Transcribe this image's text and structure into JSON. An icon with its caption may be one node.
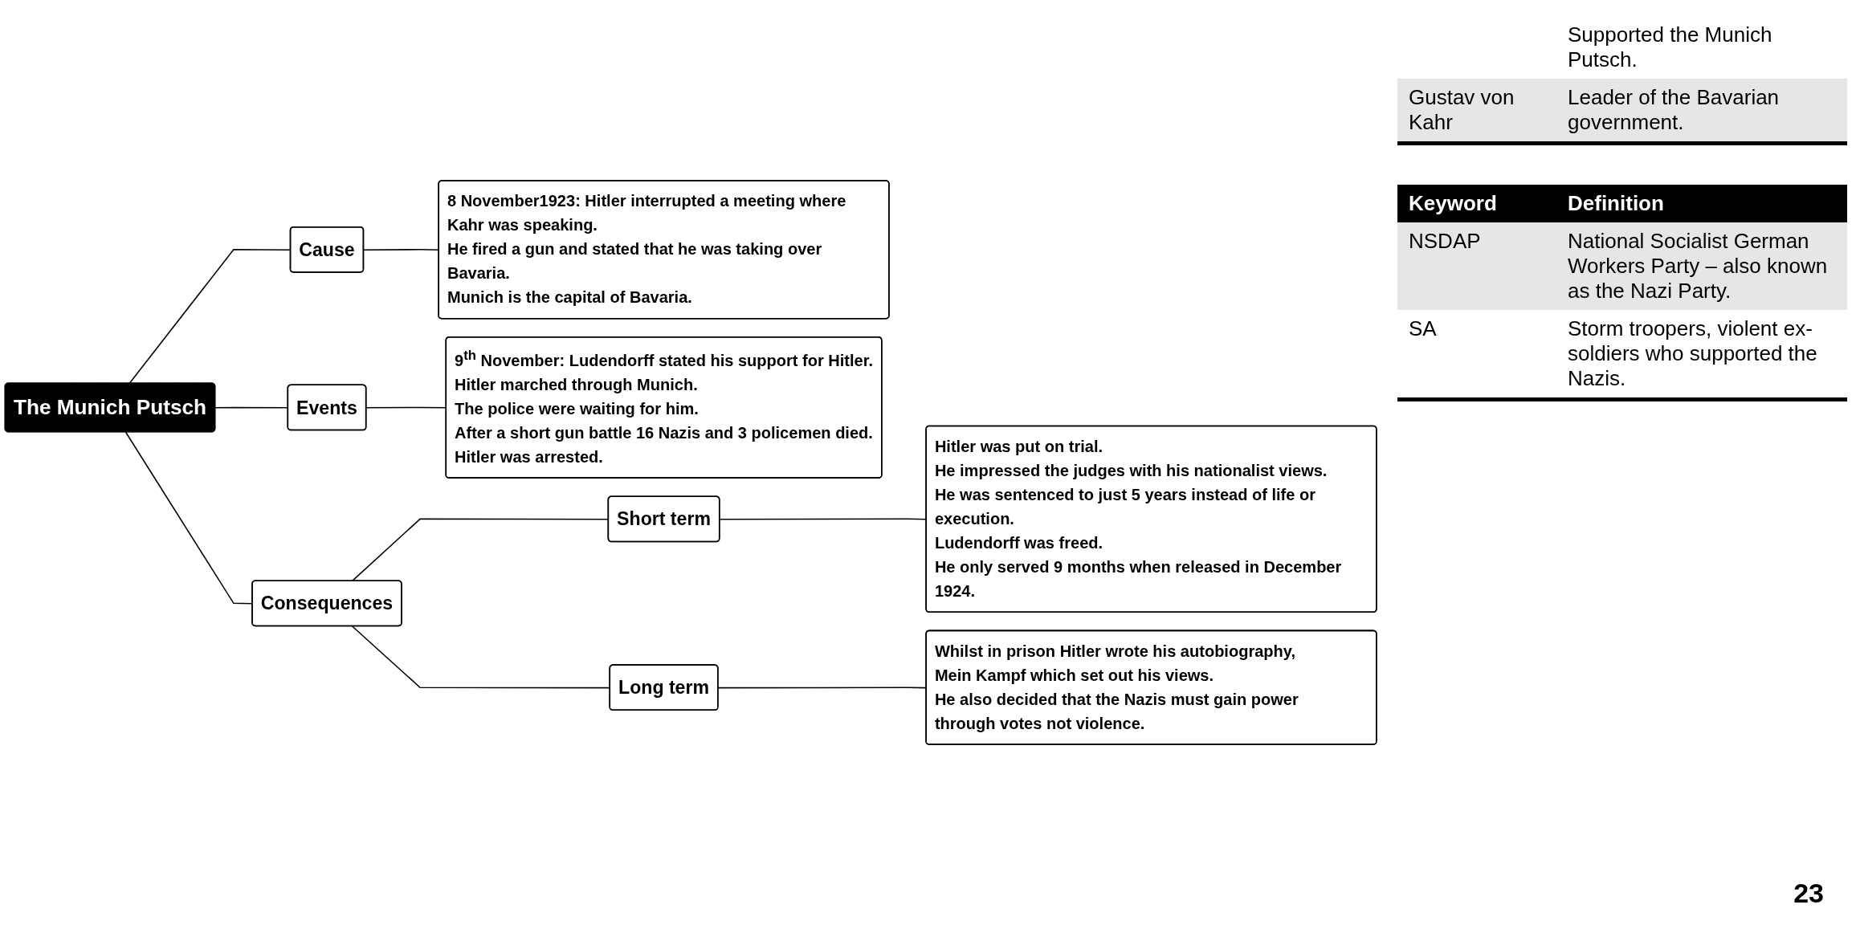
{
  "diagram": {
    "nodes": [
      {
        "text": [
          "The Munich Putsch"
        ]
      },
      {
        "text": [
          "Cause"
        ]
      },
      {
        "text": [
          "8 November1923: Hitler interrupted a meeting where Kahr was speaking.",
          "He fired a gun and stated that he was taking over Bavaria.",
          "Munich is the capital of Bavaria."
        ]
      },
      {
        "text": [
          "Events"
        ]
      },
      {
        "text": [
          "9$^{th}$ November: Ludendorff stated his support for Hitler.",
          "Hitler marched through Munich.",
          "The police were waiting for him.",
          "After a short gun battle 16 Nazis and 3 policemen died.",
          "Hitler was arrested."
        ]
      },
      {
        "text": [
          "Consequences"
        ]
      },
      {
        "text": [
          "Short term"
        ]
      },
      {
        "text": [
          "Hitler was put on trial.",
          "He impressed the judges with his nationalist views.",
          "He was sentenced to just 5 years instead of life or execution.",
          "Ludendorff was freed.",
          "He only served 9 months when released in December 1924."
        ]
      },
      {
        "text": [
          "Long term"
        ]
      },
      {
        "text": [
          "Whilst in prison Hitler wrote his autobiography,",
          "Mein Kampf which set out his views.",
          "He also decided that the Nazis must gain power through votes not violence."
        ]
      }
    ],
    "edges": [
      {
        "from": 0,
        "to": 1,
        "arrow": "none"
      },
      {
        "from": 0,
        "to": 3,
        "arrow": "none"
      },
      {
        "from": 0,
        "to": 5,
        "arrow": "none"
      },
      {
        "from": 1,
        "to": 2,
        "arrow": "none"
      },
      {
        "from": 3,
        "to": 4,
        "arrow": "none"
      },
      {
        "from": 5,
        "to": 6,
        "arrow": "none"
      },
      {
        "from": 5,
        "to": 8,
        "arrow": "none"
      },
      {
        "from": 6,
        "to": 7,
        "arrow": "none"
      },
      {
        "from": 8,
        "to": 9,
        "arrow": "none"
      }
    ],
    "labels": [
      "Supported the Munich Putsch.",
      "Gustav von Kahr",
      "Leader of the Bavarian government.",
      "Keyword",
      "Definition",
      "NSDAP",
      "National Socialist German Workers Party – also known as the Nazi Party.",
      "SA",
      "Storm troopers, violent ex-soldiers who supported the Nazis.",
      "23"
    ]
  }
}
